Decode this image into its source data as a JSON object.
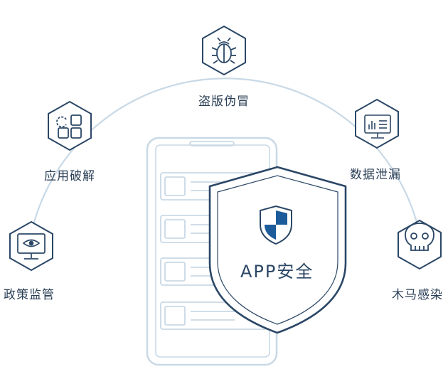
{
  "colors": {
    "line": "#2b4766",
    "light_line": "#c9d9e6",
    "shield_blue": "#1d5c9b",
    "text": "#2b3f56"
  },
  "center": {
    "label": "APP安全",
    "icon": "shield-icon"
  },
  "threats": [
    {
      "label": "盗版伪冒",
      "icon": "bug-icon"
    },
    {
      "label": "数据泄漏",
      "icon": "monitor-chart-icon"
    },
    {
      "label": "木马感染",
      "icon": "skull-icon"
    },
    {
      "label": "应用破解",
      "icon": "app-grid-icon"
    },
    {
      "label": "政策监管",
      "icon": "monitor-eye-icon"
    }
  ]
}
